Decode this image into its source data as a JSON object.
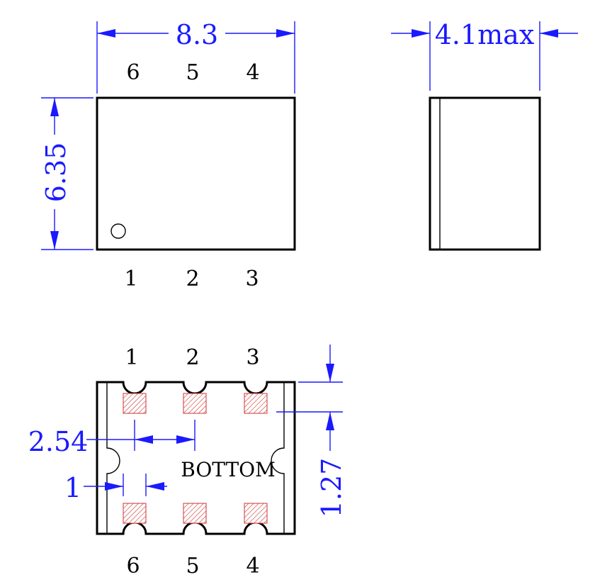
{
  "top_view": {
    "width_dim": "8.3",
    "height_dim": "6.35",
    "pins_top": [
      "6",
      "5",
      "4"
    ],
    "pins_bottom": [
      "1",
      "2",
      "3"
    ]
  },
  "side_view": {
    "thickness_dim": "4.1max"
  },
  "bottom_view": {
    "label": "BOTTOM",
    "pins_top": [
      "1",
      "2",
      "3"
    ],
    "pins_bottom": [
      "6",
      "5",
      "4"
    ],
    "pitch_dim": "2.54",
    "pad_width_dim": "1",
    "pad_length_dim": "1.27"
  },
  "colors": {
    "dimension": "#1a1aff",
    "outline": "#000000",
    "pad_hatch": "#cc3333"
  }
}
